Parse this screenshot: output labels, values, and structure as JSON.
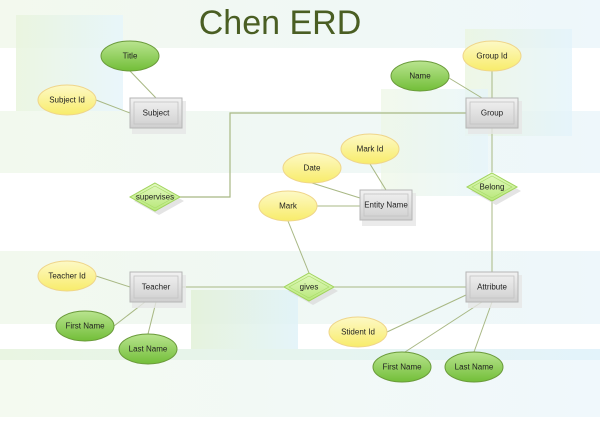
{
  "title": "Chen ERD",
  "colors": {
    "title": "#4a5e23",
    "connector": "#a8b884",
    "attribute_yellow_fill": "#fbf38a",
    "attribute_yellow_stroke": "#efd58a",
    "attribute_green_fill": "#8fd05a",
    "attribute_green_stroke": "#6a9a3a",
    "entity_fill": "#dcdcdc",
    "entity_stroke": "#b5b5b5",
    "relationship_fill": "#c4ee8a",
    "relationship_stroke": "#9fd35a"
  },
  "entities": [
    {
      "id": "subject",
      "label": "Subject"
    },
    {
      "id": "group",
      "label": "Group"
    },
    {
      "id": "entity-name",
      "label": "Entity Name"
    },
    {
      "id": "teacher",
      "label": "Teacher"
    },
    {
      "id": "attribute",
      "label": "Attribute"
    }
  ],
  "relationships": [
    {
      "id": "supervises",
      "label": "supervises"
    },
    {
      "id": "belong",
      "label": "Belong"
    },
    {
      "id": "gives",
      "label": "gives"
    }
  ],
  "attributes": [
    {
      "id": "title",
      "label": "Title",
      "style": "green",
      "entity": "subject"
    },
    {
      "id": "subject-id",
      "label": "Subject Id",
      "style": "yellow",
      "entity": "subject"
    },
    {
      "id": "group-id",
      "label": "Group Id",
      "style": "yellow",
      "entity": "group"
    },
    {
      "id": "name",
      "label": "Name",
      "style": "green",
      "entity": "group"
    },
    {
      "id": "date",
      "label": "Date",
      "style": "yellow",
      "entity": "entity-name"
    },
    {
      "id": "mark-id",
      "label": "Mark Id",
      "style": "yellow",
      "entity": "entity-name"
    },
    {
      "id": "mark",
      "label": "Mark",
      "style": "yellow",
      "entity": "entity-name"
    },
    {
      "id": "teacher-id",
      "label": "Teacher Id",
      "style": "yellow",
      "entity": "teacher"
    },
    {
      "id": "teacher-first-name",
      "label": "First Name",
      "style": "green",
      "entity": "teacher"
    },
    {
      "id": "teacher-last-name",
      "label": "Last Name",
      "style": "green",
      "entity": "teacher"
    },
    {
      "id": "student-id",
      "label": "Stident Id",
      "style": "yellow",
      "entity": "attribute"
    },
    {
      "id": "attribute-first-name",
      "label": "First Name",
      "style": "green",
      "entity": "attribute"
    },
    {
      "id": "attribute-last-name",
      "label": "Last Name",
      "style": "green",
      "entity": "attribute"
    }
  ],
  "connections": [
    [
      "title",
      "subject"
    ],
    [
      "subject-id",
      "subject"
    ],
    [
      "group-id",
      "group"
    ],
    [
      "name",
      "group"
    ],
    [
      "supervises",
      "group"
    ],
    [
      "group",
      "belong"
    ],
    [
      "belong",
      "attribute"
    ],
    [
      "date",
      "entity-name"
    ],
    [
      "mark-id",
      "entity-name"
    ],
    [
      "mark",
      "entity-name"
    ],
    [
      "mark",
      "gives"
    ],
    [
      "teacher",
      "gives"
    ],
    [
      "gives",
      "attribute"
    ],
    [
      "teacher-id",
      "teacher"
    ],
    [
      "teacher-first-name",
      "teacher"
    ],
    [
      "teacher-last-name",
      "teacher"
    ],
    [
      "student-id",
      "attribute"
    ],
    [
      "attribute-first-name",
      "attribute"
    ],
    [
      "attribute-last-name",
      "attribute"
    ]
  ]
}
